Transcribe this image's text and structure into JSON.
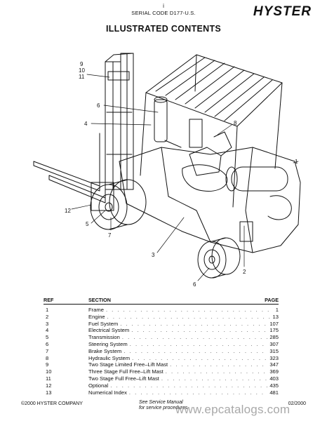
{
  "header": {
    "page_number": "i",
    "serial_code": "SERIAL CODE D177-U.S.",
    "brand": "HYSTER"
  },
  "title": "ILLUSTRATED CONTENTS",
  "callouts": [
    "9",
    "10",
    "11",
    "6",
    "4",
    "8",
    "1",
    "12",
    "5",
    "7",
    "3",
    "2",
    "6"
  ],
  "toc": {
    "headers": {
      "ref": "REF",
      "section": "SECTION",
      "page": "PAGE"
    },
    "rows": [
      {
        "ref": "1",
        "section": "Frame",
        "page": "1"
      },
      {
        "ref": "2",
        "section": "Engine",
        "page": "13"
      },
      {
        "ref": "3",
        "section": "Fuel System",
        "page": "107"
      },
      {
        "ref": "4",
        "section": "Electrical System",
        "page": "175"
      },
      {
        "ref": "5",
        "section": "Transmission",
        "page": "285"
      },
      {
        "ref": "6",
        "section": "Steering System",
        "page": "307"
      },
      {
        "ref": "7",
        "section": "Brake System",
        "page": "315"
      },
      {
        "ref": "8",
        "section": "Hydraulic System",
        "page": "323"
      },
      {
        "ref": "9",
        "section": "Two Stage Limited Free–Lift Mast",
        "page": "347"
      },
      {
        "ref": "10",
        "section": "Three Stage Full Free–Lift Mast",
        "page": "369"
      },
      {
        "ref": "11",
        "section": "Two Stage Full Free–Lift Mast",
        "page": "403"
      },
      {
        "ref": "12",
        "section": "Optional",
        "page": "435"
      },
      {
        "ref": "13",
        "section": "Numerical Index",
        "page": "481"
      }
    ]
  },
  "footer": {
    "copyright": "©2000 HYSTER COMPANY",
    "note_line1": "See Service Manual",
    "note_line2": "for service procedures",
    "date": "02/2000",
    "watermark": "www.epcatalogs.com"
  }
}
